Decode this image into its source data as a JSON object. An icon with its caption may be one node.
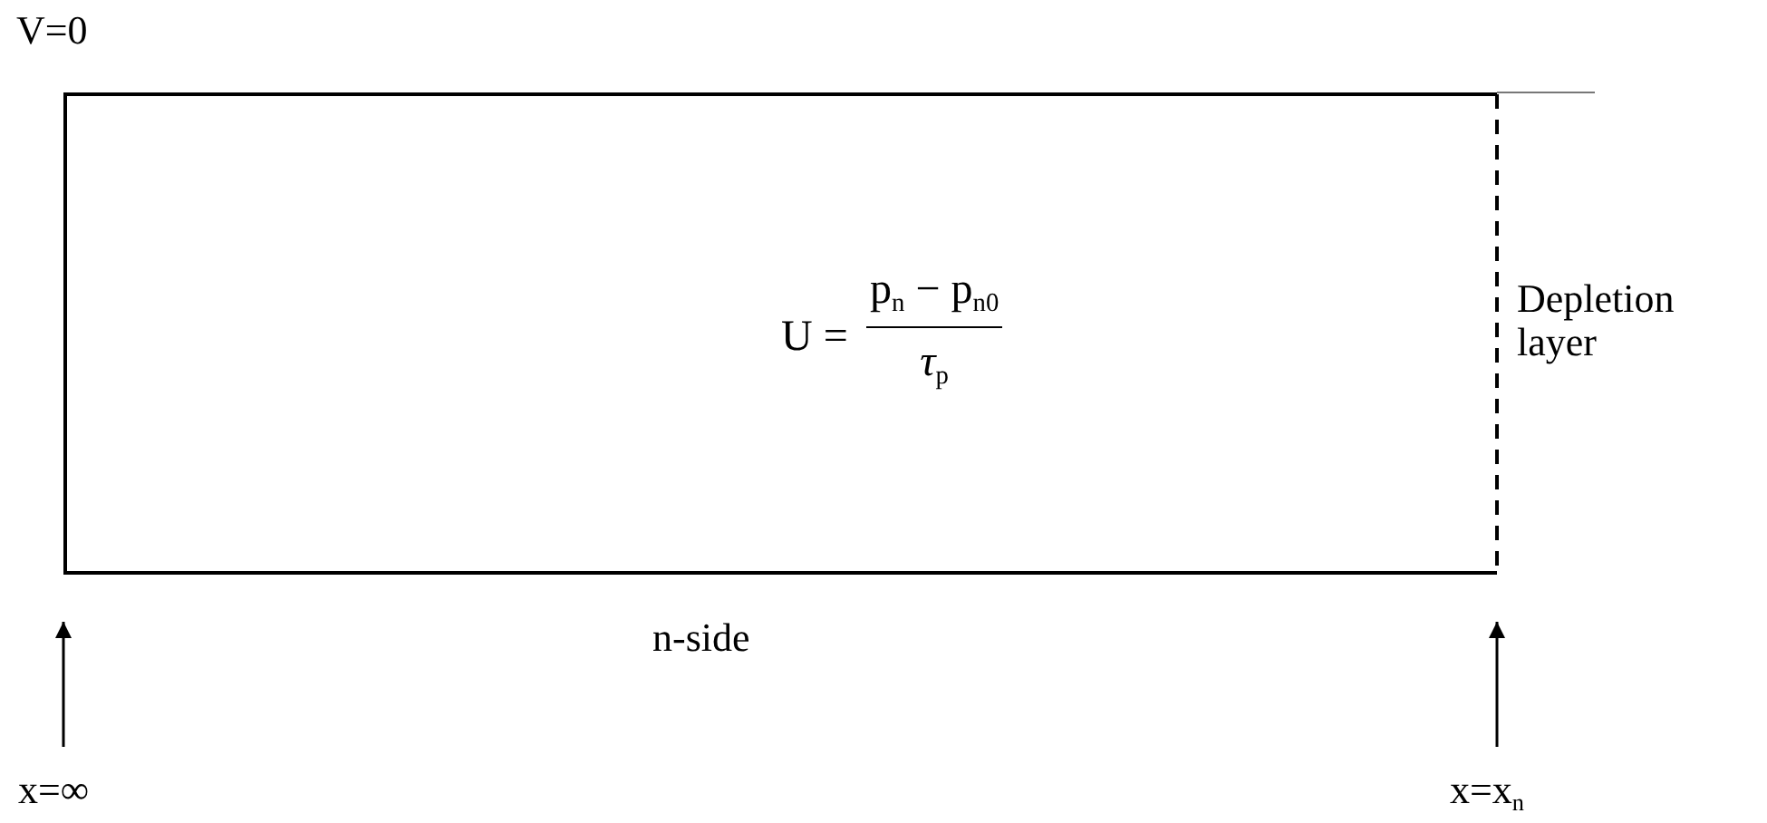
{
  "diagram": {
    "nodes": [
      {
        "text": [
          "U =",
          "p$_{n}$ − p$_{n0}$",
          "*τ*$_{p}$"
        ],
        "beside": [
          "n-side",
          "Depletion layer"
        ]
      },
      {
        "text": [
          "x=∞"
        ]
      },
      {
        "text": [
          "x=x$_{n}$"
        ]
      }
    ],
    "edges": [
      {
        "from": 1,
        "to": 0,
        "arrow": "to"
      },
      {
        "from": 2,
        "to": 0,
        "arrow": "to"
      }
    ],
    "labels": [
      "V=0"
    ]
  }
}
